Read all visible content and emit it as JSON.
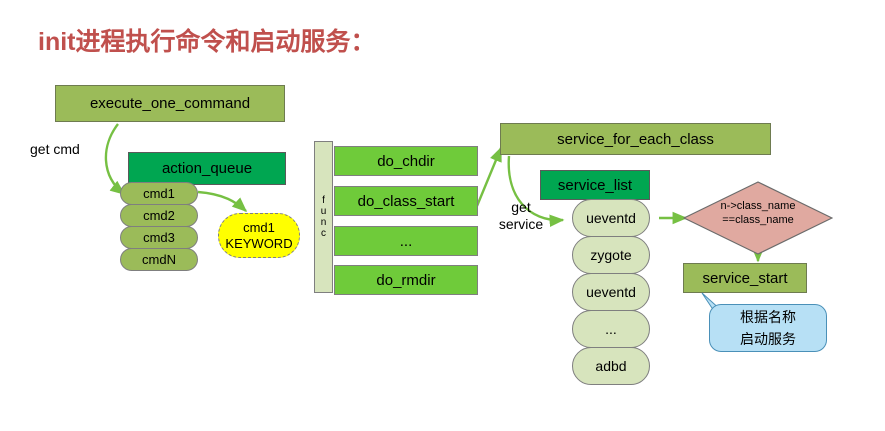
{
  "title": "init进程执行命令和启动服务：",
  "colors": {
    "title": "#c0504d",
    "process_box": "#9bbb59",
    "header_box": "#00a651",
    "func_item": "#6fcb3a",
    "light_green": "#d7e4bd",
    "keyword_bubble": "#ffff00",
    "decision": "#e0a9a0",
    "callout": "#b7e0f5",
    "arrow": "#76c043"
  },
  "nodes": {
    "execute_one_command": "execute_one_command",
    "action_queue_header": "action_queue",
    "keyword_bubble_line1": "cmd1",
    "keyword_bubble_line2": "KEYWORD",
    "func_label": "func",
    "service_for_each_class": "service_for_each_class",
    "service_list_header": "service_list",
    "decision_line1": "n->class_name",
    "decision_line2": "==class_name",
    "service_start": "service_start",
    "callout_line1": "根据名称",
    "callout_line2": "启动服务"
  },
  "command_queue": [
    {
      "label": "cmd1"
    },
    {
      "label": "cmd2"
    },
    {
      "label": "cmd3"
    },
    {
      "label": "cmdN"
    }
  ],
  "func_list": [
    {
      "label": "do_chdir"
    },
    {
      "label": "do_class_start"
    },
    {
      "label": "..."
    },
    {
      "label": "do_rmdir"
    }
  ],
  "service_list": [
    {
      "label": "ueventd"
    },
    {
      "label": "zygote"
    },
    {
      "label": "ueventd"
    },
    {
      "label": "..."
    },
    {
      "label": "adbd"
    }
  ],
  "edge_labels": {
    "get_cmd": "get cmd",
    "get_service_line1": "get",
    "get_service_line2": "service"
  }
}
